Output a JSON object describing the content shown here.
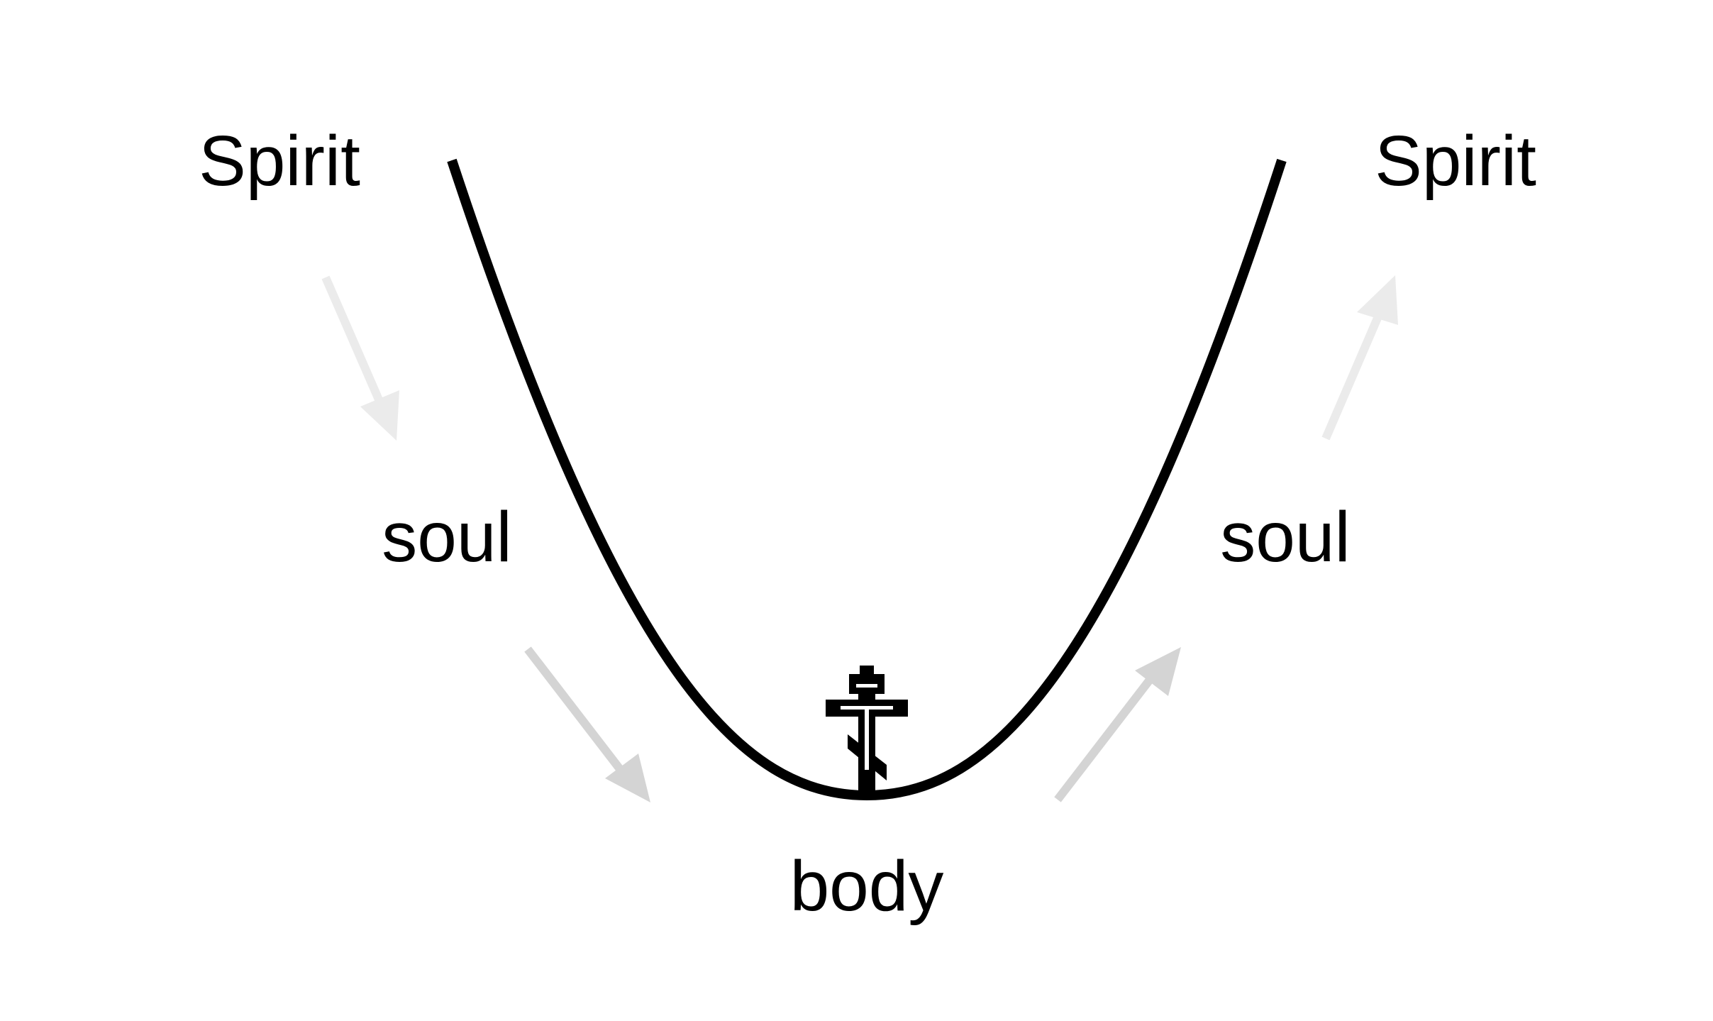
{
  "labels": {
    "spirit_left": "Spirit",
    "soul_left": "soul",
    "body": "body",
    "soul_right": "soul",
    "spirit_right": "Spirit"
  },
  "icons": {
    "center": "orthodox-cross-icon"
  },
  "colors": {
    "background": "#ffffff",
    "curve": "#000000",
    "text": "#000000",
    "arrow_upper": "#ebebeb",
    "arrow_lower": "#d4d4d4",
    "cross": "#000000"
  }
}
